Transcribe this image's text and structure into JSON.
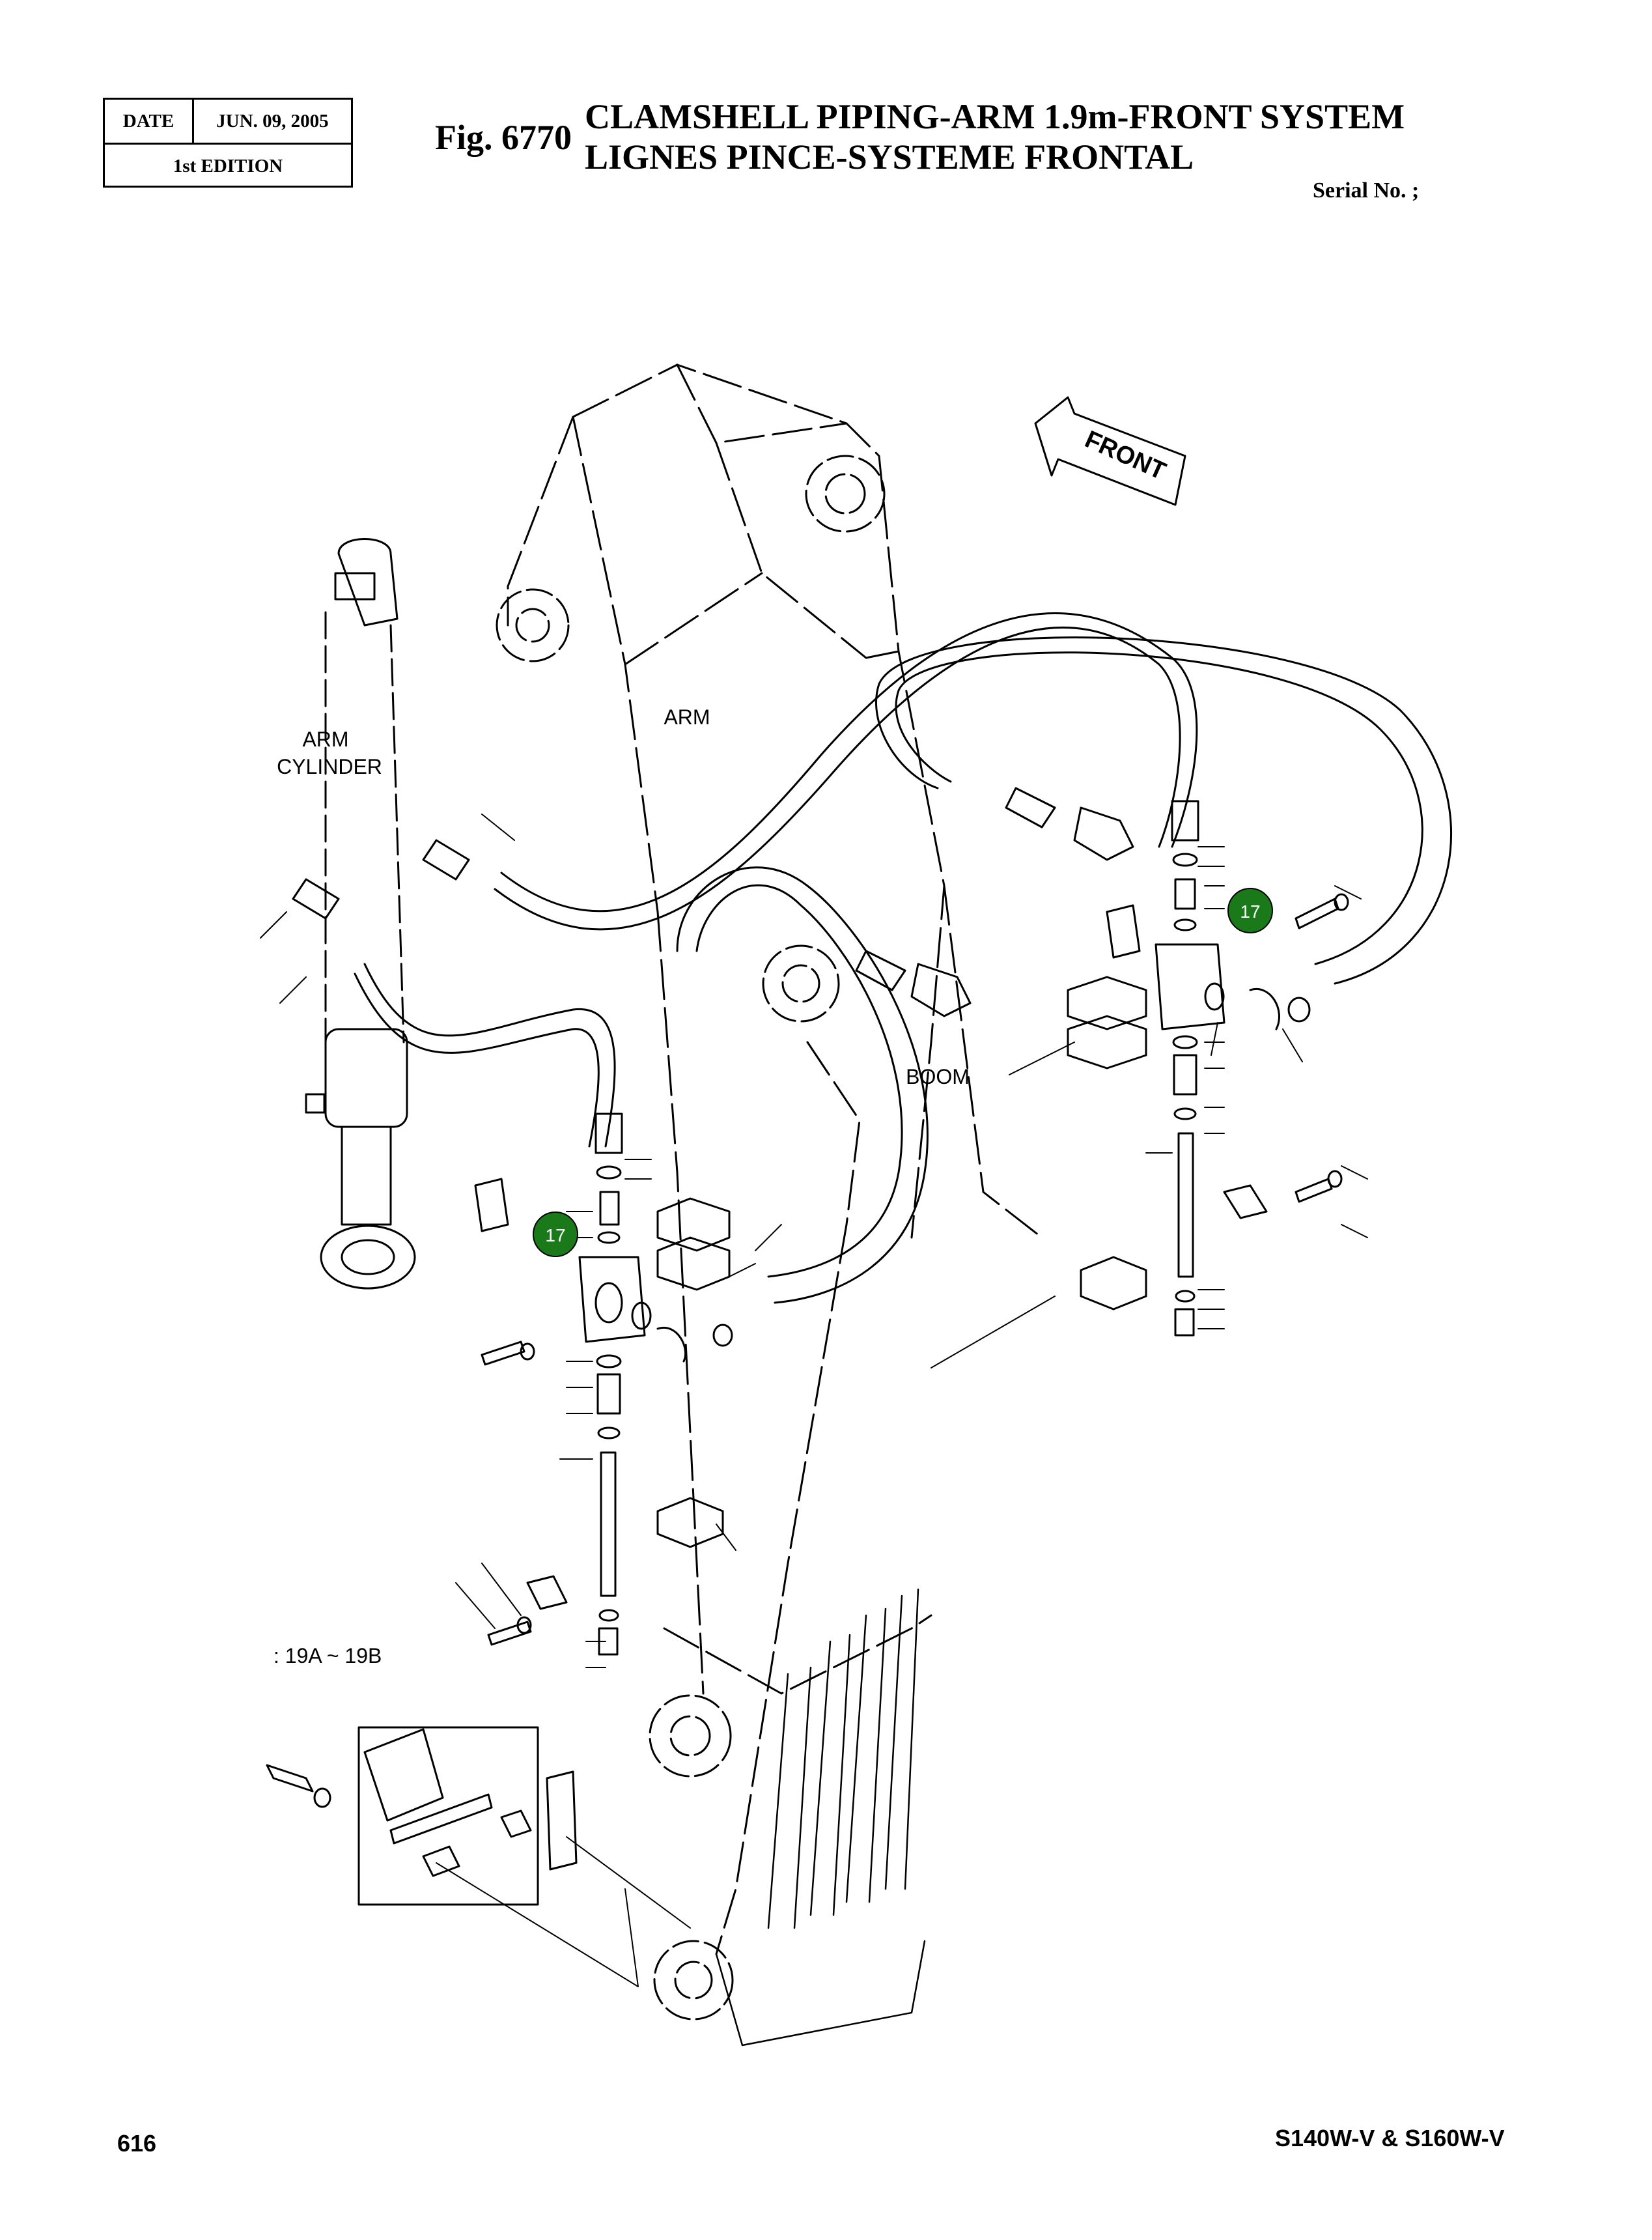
{
  "header": {
    "date_label": "DATE",
    "date_value": "JUN. 09, 2005",
    "edition": "1st EDITION",
    "figure_number": "Fig. 6770",
    "title_en": "CLAMSHELL PIPING-ARM 1.9m-FRONT SYSTEM",
    "title_fr": "LIGNES PINCE-SYSTEME FRONTAL",
    "serial_label": "Serial No. ;"
  },
  "diagram": {
    "front_arrow_label": "FRONT",
    "labels": {
      "arm_cylinder_line1": "ARM",
      "arm_cylinder_line2": "CYLINDER",
      "arm": "ARM",
      "boom": "BOOM",
      "range_note": ": 19A ~ 19B"
    },
    "callouts": [
      "17",
      "17"
    ],
    "callout_color": "#1a7a1a",
    "line_color": "#000000",
    "hose_fill": "#ffffff"
  },
  "footer": {
    "page_number": "616",
    "model": "S140W-V & S160W-V"
  }
}
